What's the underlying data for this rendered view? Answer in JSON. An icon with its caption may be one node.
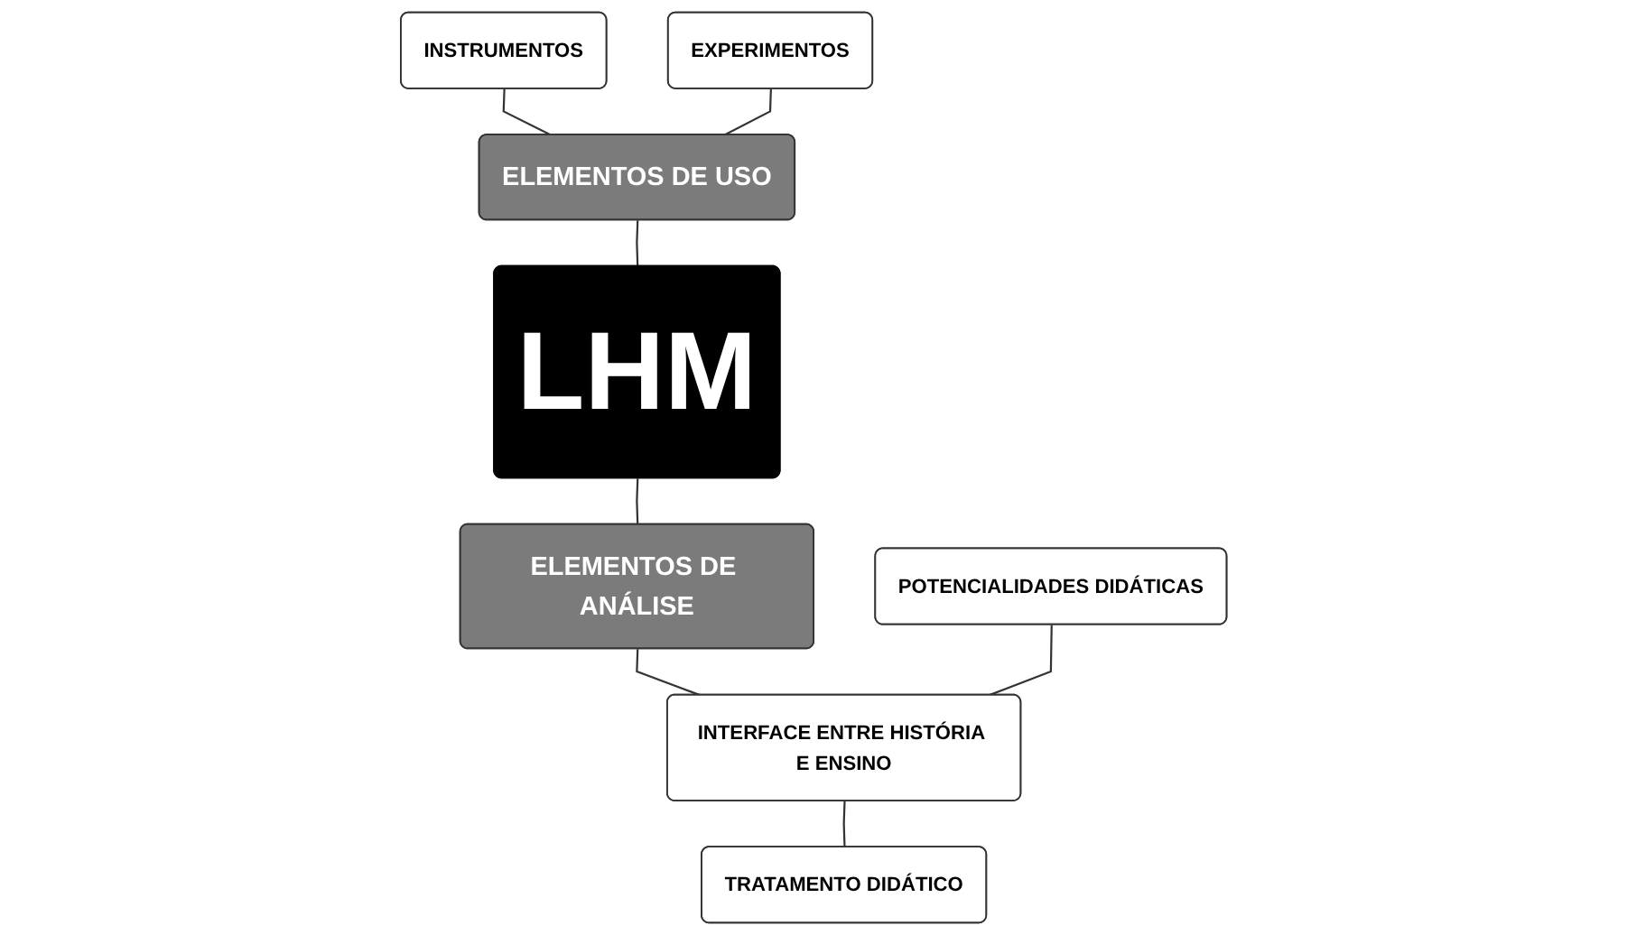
{
  "diagram": {
    "nodes": [
      {
        "text": [
          "INSTRUMENTOS"
        ]
      },
      {
        "text": [
          "EXPERIMENTOS"
        ]
      },
      {
        "text": [
          "ELEMENTOS DE USO"
        ]
      },
      {
        "text": [
          "LHM"
        ]
      },
      {
        "text": [
          "ELEMENTOS DE ANÁLISE"
        ]
      },
      {
        "text": [
          "POTENCIALIDADES DIDÁTICAS"
        ]
      },
      {
        "text": [
          "INTERFACE ENTRE HISTÓRIA E ENSINO"
        ]
      },
      {
        "text": [
          "TRATAMENTO DIDÁTICO"
        ]
      }
    ],
    "edges": [
      {
        "from": 0,
        "to": 2,
        "arrow": "none"
      },
      {
        "from": 1,
        "to": 2,
        "arrow": "none"
      },
      {
        "from": 2,
        "to": 3,
        "arrow": "none"
      },
      {
        "from": 3,
        "to": 4,
        "arrow": "none"
      },
      {
        "from": 4,
        "to": 6,
        "arrow": "none"
      },
      {
        "from": 5,
        "to": 6,
        "arrow": "none"
      },
      {
        "from": 6,
        "to": 7,
        "arrow": "none"
      }
    ]
  }
}
